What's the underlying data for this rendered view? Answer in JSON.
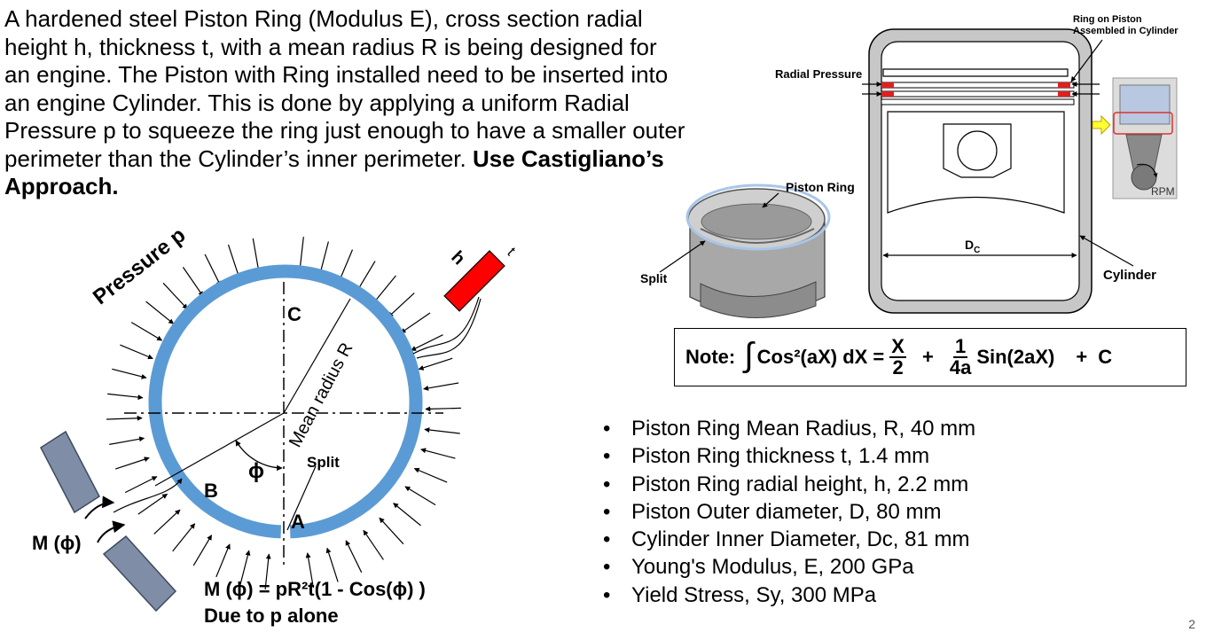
{
  "problem": {
    "text_main": "A hardened steel Piston Ring (Modulus E), cross section radial height h, thickness t, with a mean radius R is being designed for an engine.   The Piston with Ring installed need to be inserted into an engine Cylinder. This is done by applying a uniform Radial Pressure p to squeeze the ring just enough to have a smaller outer perimeter than the Cylinder’s inner perimeter.",
    "text_bold": "Use Castigliano’s Approach."
  },
  "ring_diagram": {
    "pressure_label": "Pressure p",
    "label_C": "C",
    "label_B": "B",
    "label_A": "A",
    "mean_radius_label": "Mean radius R",
    "phi_label": "ϕ",
    "split_label": "Split",
    "h_label": "h",
    "t_label": "t",
    "moment_label": "M (ϕ)",
    "formula_line1": "M (ϕ) = pR²t(1 - Cos(ϕ) )",
    "formula_line2": "Due to p alone"
  },
  "piston_diagram": {
    "radial_pressure_label": "Radial Pressure",
    "ring_on_piston_label": "Ring on Piston\nAssembled in Cylinder",
    "piston_ring_label": "Piston Ring",
    "split_label": "Split",
    "dc_label": "D",
    "dc_sub": "C",
    "cylinder_label": "Cylinder",
    "rpm_label": "RPM"
  },
  "note": {
    "prefix": "Note:",
    "integrand": "Cos²(aX) dX =",
    "frac1_num": "X",
    "frac1_den": "2",
    "plus1": "+",
    "frac2_num": "1",
    "frac2_den": "4a",
    "term2": "Sin(2aX)",
    "plus2": "+",
    "constant": "C"
  },
  "specs": [
    "Piston Ring Mean Radius, R, 40 mm",
    "Piston Ring thickness t, 1.4 mm",
    "Piston Ring radial height, h, 2.2  mm",
    "Piston Outer diameter, D, 80 mm",
    "Cylinder Inner Diameter, Dc, 81 mm",
    "Young's Modulus, E, 200 GPa",
    "Yield Stress, Sy, 300 MPa"
  ],
  "page_number": "2",
  "colors": {
    "ring": "#5b9bd5",
    "section": "#ff0000",
    "segment": "#7f8ea6",
    "highlight": "#ffff33"
  }
}
